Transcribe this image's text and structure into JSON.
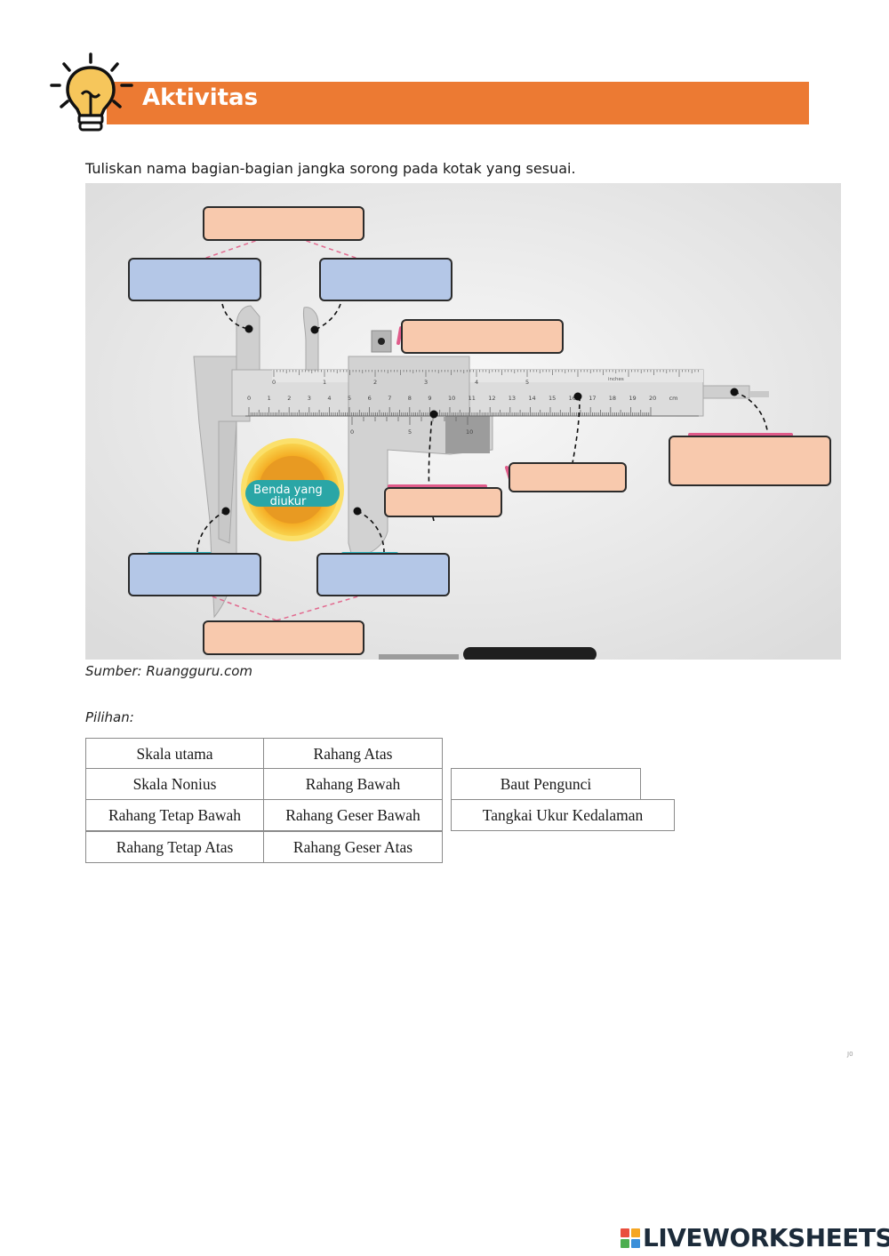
{
  "header": {
    "title": "Aktivitas"
  },
  "instruction": "Tuliskan nama bagian-bagian jangka sorong pada kotak yang sesuai.",
  "figure": {
    "object_label_line1": "Benda yang",
    "object_label_line2": "diukur",
    "main_scale_numbers": [
      "0",
      "1",
      "2",
      "3",
      "4",
      "5",
      "6",
      "7",
      "8",
      "9",
      "10",
      "11",
      "12",
      "13",
      "14",
      "15",
      "16",
      "17",
      "18",
      "19",
      "20",
      "cm"
    ],
    "top_scale_numbers": [
      "0",
      "1",
      "2",
      "3",
      "4",
      "5"
    ],
    "inches_label": "inches",
    "vernier_numbers": [
      "0",
      "5",
      "10"
    ]
  },
  "source": "Sumber: Ruangguru.com",
  "pilihan_label": "Pilihan:",
  "options": {
    "skala_utama": "Skala utama",
    "rahang_atas": "Rahang Atas",
    "skala_nonius": "Skala Nonius",
    "rahang_bawah": "Rahang Bawah",
    "baut_pengunci": "Baut Pengunci",
    "rahang_tetap_bawah": "Rahang Tetap Bawah",
    "rahang_geser_bawah": "Rahang Geser Bawah",
    "tangkai_ukur_kedalaman": "Tangkai Ukur Kedalaman",
    "rahang_tetap_atas": "Rahang Tetap Atas",
    "rahang_geser_atas": "Rahang Geser Atas"
  },
  "corner_mark": "J0",
  "logo": {
    "text": "LIVEWORKSHEETS",
    "colors": [
      "#e94e3d",
      "#f5a623",
      "#4cae4f",
      "#3b8fd9"
    ]
  }
}
